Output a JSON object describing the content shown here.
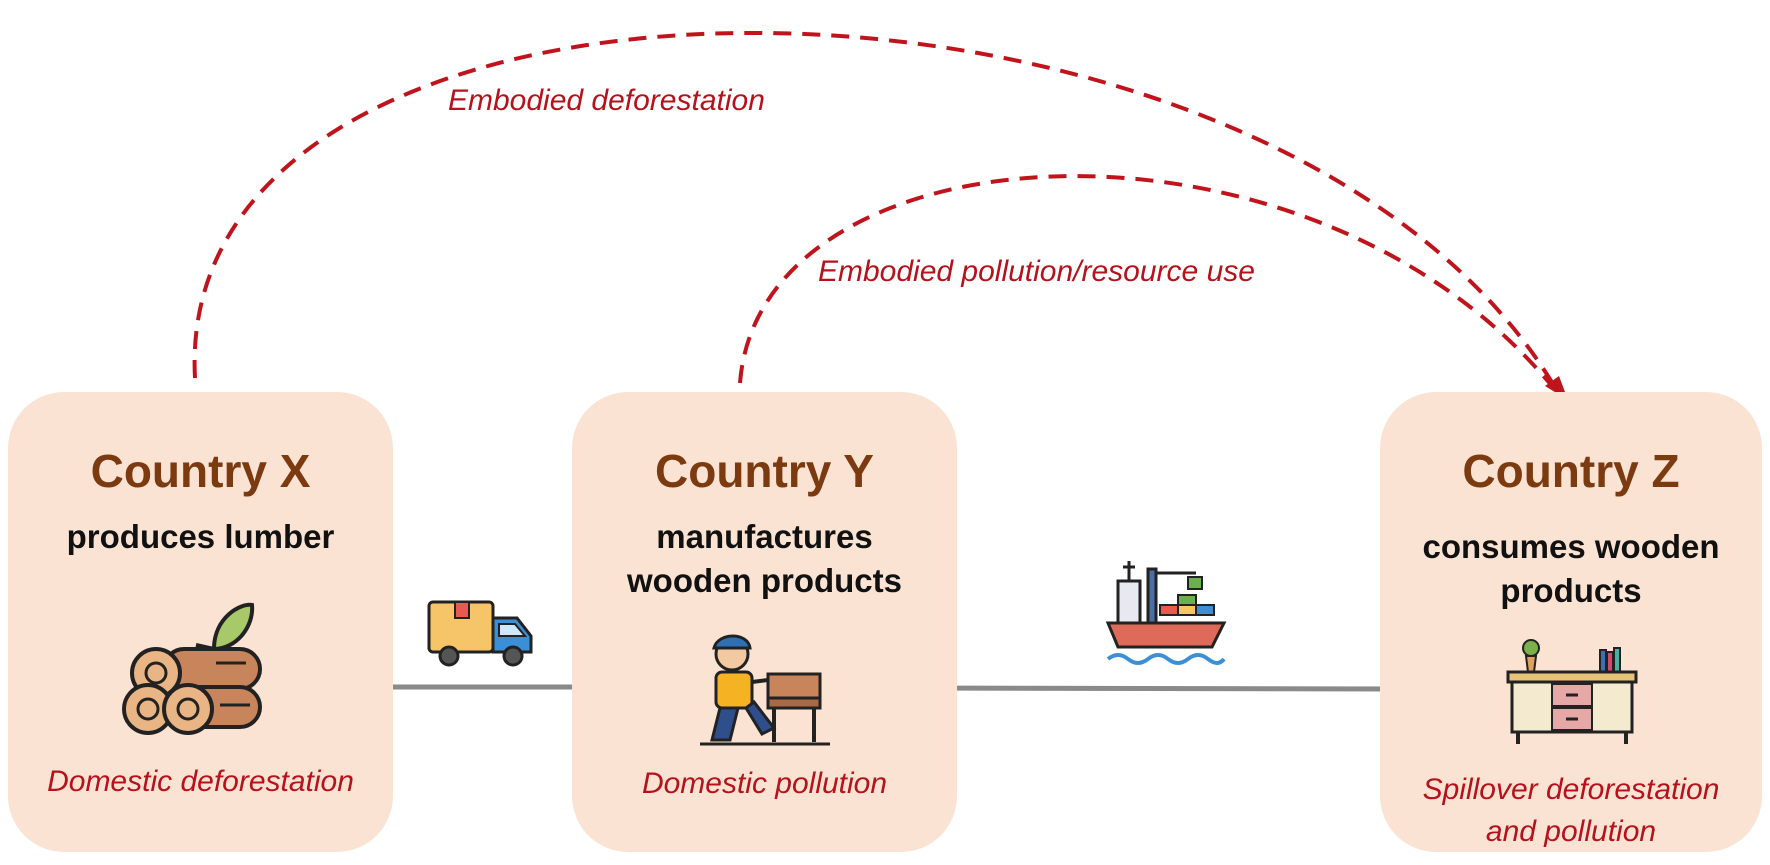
{
  "nodes": [
    {
      "id": "x",
      "title": "Country X",
      "subtitle": [
        "produces lumber"
      ],
      "footer": [
        "Domestic deforestation"
      ],
      "icon": "lumber-logs-icon"
    },
    {
      "id": "y",
      "title": "Country Y",
      "subtitle": [
        "manufactures",
        "wooden products"
      ],
      "footer": [
        "Domestic pollution"
      ],
      "icon": "carpenter-icon"
    },
    {
      "id": "z",
      "title": "Country Z",
      "subtitle": [
        "consumes wooden",
        "products"
      ],
      "footer": [
        "Spillover deforestation",
        "and pollution"
      ],
      "icon": "cabinet-furniture-icon"
    }
  ],
  "flows": [
    {
      "from": "x",
      "to": "y",
      "icon": "delivery-truck-icon"
    },
    {
      "from": "y",
      "to": "z",
      "icon": "cargo-ship-icon"
    }
  ],
  "embodied_links": [
    {
      "from": "x",
      "to": "z",
      "label": "Embodied deforestation"
    },
    {
      "from": "y",
      "to": "z",
      "label": "Embodied pollution/resource use"
    }
  ],
  "colors": {
    "box_fill": "#fbe3d4",
    "title": "#7b3a0f",
    "subtitle": "#111111",
    "italic_red": "#b5121b",
    "flow_arrow": "#8a8a8a",
    "embodied_arrow": "#c0141c"
  }
}
